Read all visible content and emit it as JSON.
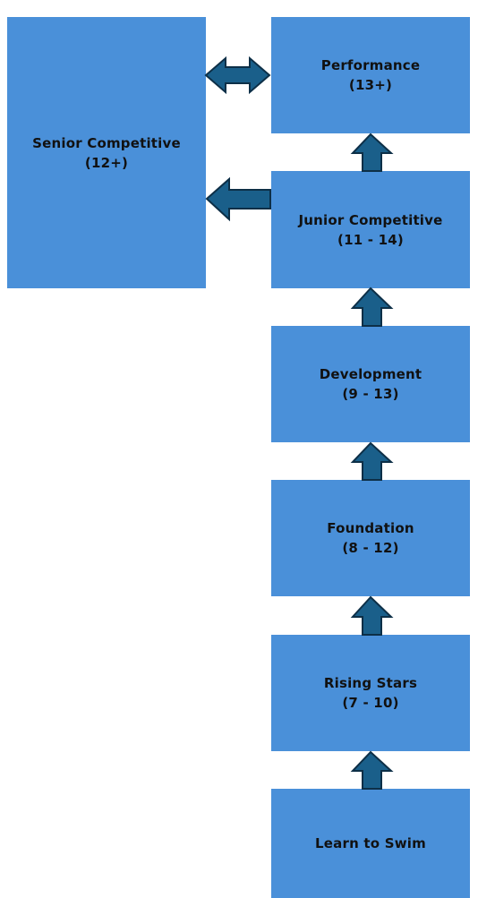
{
  "levels": {
    "senior": {
      "name": "Senior Competitive",
      "ages": "(12+)"
    },
    "performance": {
      "name": "Performance",
      "ages": "(13+)"
    },
    "junior": {
      "name": "Junior Competitive",
      "ages": "(11 - 14)"
    },
    "development": {
      "name": "Development",
      "ages": "(9 - 13)"
    },
    "foundation": {
      "name": "Foundation",
      "ages": "(8 - 12)"
    },
    "rising": {
      "name": "Rising Stars",
      "ages": "(7 - 10)"
    },
    "learn": {
      "name": "Learn to Swim",
      "ages": ""
    }
  },
  "colors": {
    "box_fill": "#4a90d9",
    "arrow_fill": "#1a5f8a",
    "arrow_outline": "#0d2f47"
  }
}
